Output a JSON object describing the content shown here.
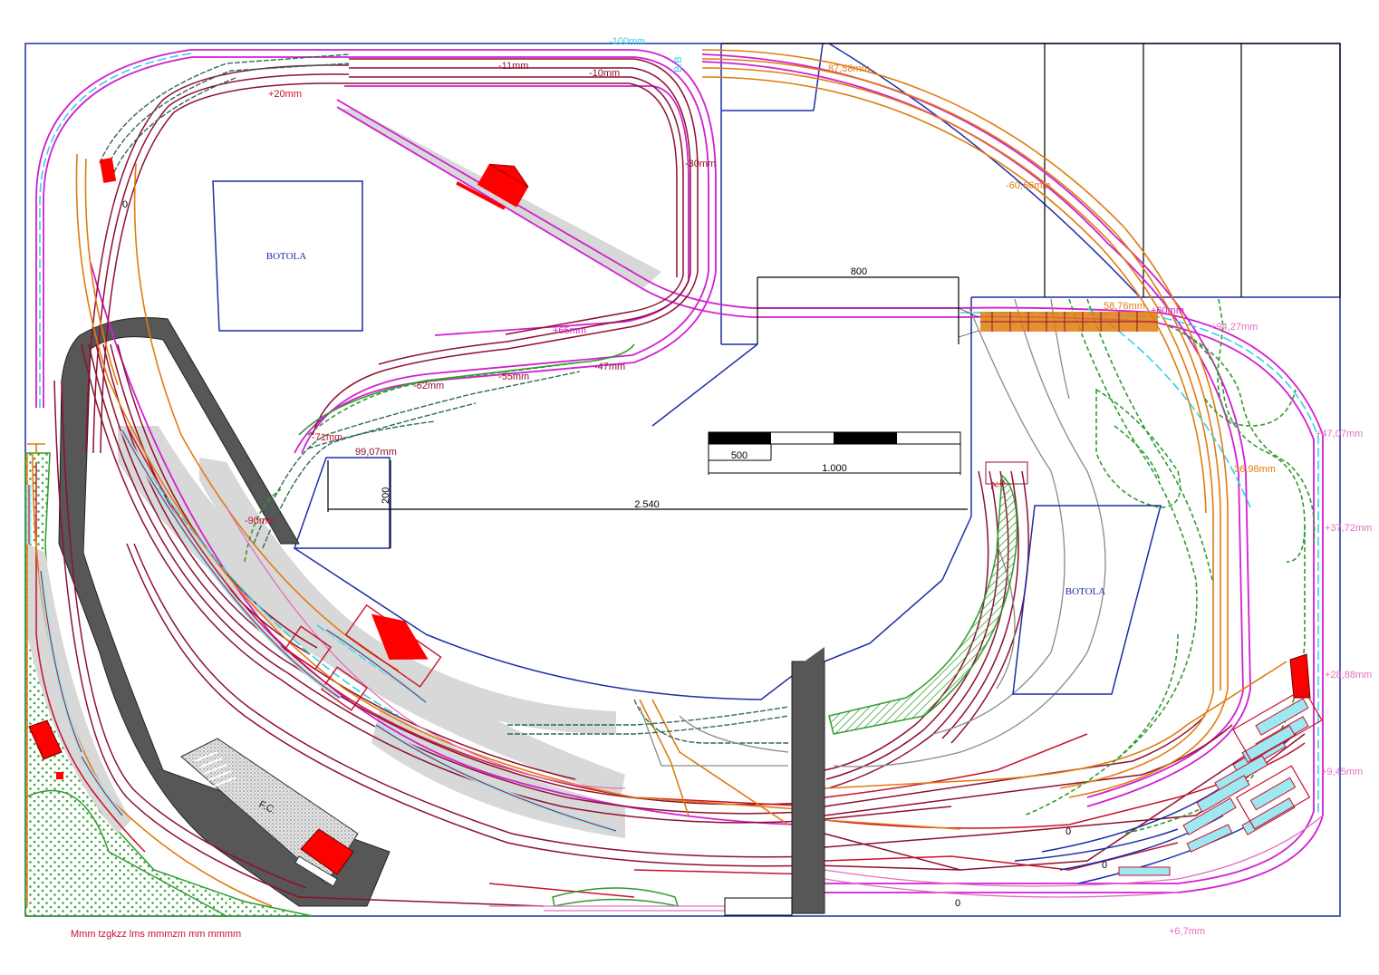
{
  "colors": {
    "frame": "#1b2ea8",
    "magenta": "#d21fd2",
    "maroon": "#8e1030",
    "crimson": "#c8102e",
    "orange": "#e07c10",
    "teal": "#2e6b55",
    "cyan": "#34d2e6",
    "green": "#2f9b2f",
    "pink": "#e36fc0",
    "grey_platform": "#d8d8d8",
    "dark_road": "#575757",
    "red_building": "#ff0000",
    "dotted_green": "#3aa63a"
  },
  "areas": {
    "hatch_left": "BOTOLA",
    "hatch_right": "BOTOLA"
  },
  "section_marks": {
    "aa": "A:A",
    "bb": "B:B"
  },
  "elevations": {
    "top_minus100": "-100mm",
    "minus11": "-11mm",
    "minus10": "-10mm",
    "plus20": "+20mm",
    "minus30": "-30mm",
    "plus65": "+65mm",
    "minus55": "-55mm",
    "minus47": "-47mm",
    "minus62": "-62mm",
    "minus71": "-71mm",
    "d99": "99,07mm",
    "minus90": "-90mm",
    "r87": "87,58mm",
    "r60": "-60,66mm",
    "r58": "58,76mm",
    "plus60": "+60mm",
    "plus94": "+94,27mm",
    "plus47": "+47,07mm",
    "r36": "36,98mm",
    "plus37": "+37,72mm",
    "plus28": "+28,88mm",
    "plus9": "+9,45mm",
    "plus67": "+6,7mm"
  },
  "scale_bar": {
    "mid": "500",
    "end": "1.000"
  },
  "dims": {
    "top": "800",
    "long": "2.540",
    "short": "200"
  },
  "zeros": {
    "a": "0",
    "b": "0",
    "c": "0",
    "d": "0"
  },
  "footnote": "Mmm tzgkzz lms mmmzm mm mmmm",
  "station": "F.C."
}
